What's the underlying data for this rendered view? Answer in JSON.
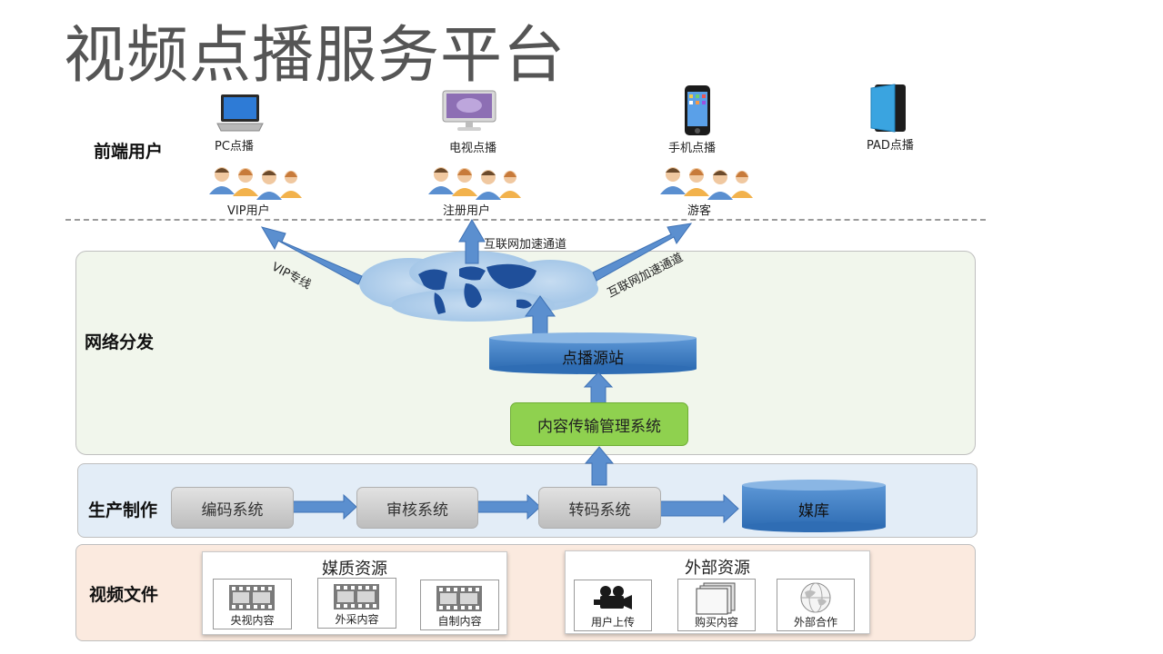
{
  "title": "视频点播服务平台",
  "sections": {
    "frontend": "前端用户",
    "network": "网络分发",
    "production": "生产制作",
    "video": "视频文件"
  },
  "devices": [
    "PC点播",
    "电视点播",
    "手机点播",
    "PAD点播"
  ],
  "user_groups": [
    "VIP用户",
    "注册用户",
    "游客"
  ],
  "channels": {
    "vip_line": "VIP专线",
    "internet_1": "互联网加速通道",
    "internet_2": "互联网加速通道"
  },
  "nodes": {
    "origin": "点播源站",
    "cms": "内容传输管理系统"
  },
  "production_steps": [
    "编码系统",
    "审核系统",
    "转码系统"
  ],
  "media_library": "媒库",
  "media_resources": {
    "title": "媒质资源",
    "items": [
      "央视内容",
      "外采内容",
      "自制内容"
    ]
  },
  "external_resources": {
    "title": "外部资源",
    "items": [
      "用户上传",
      "购买内容",
      "外部合作"
    ]
  },
  "colors": {
    "arrow": "#5b8fcf",
    "cylinder": "#4a86c8",
    "green_box": "#8fd14f",
    "network_panel": "#f1f6ec",
    "production_panel": "#e3edf7",
    "video_panel": "#fbeadf"
  }
}
